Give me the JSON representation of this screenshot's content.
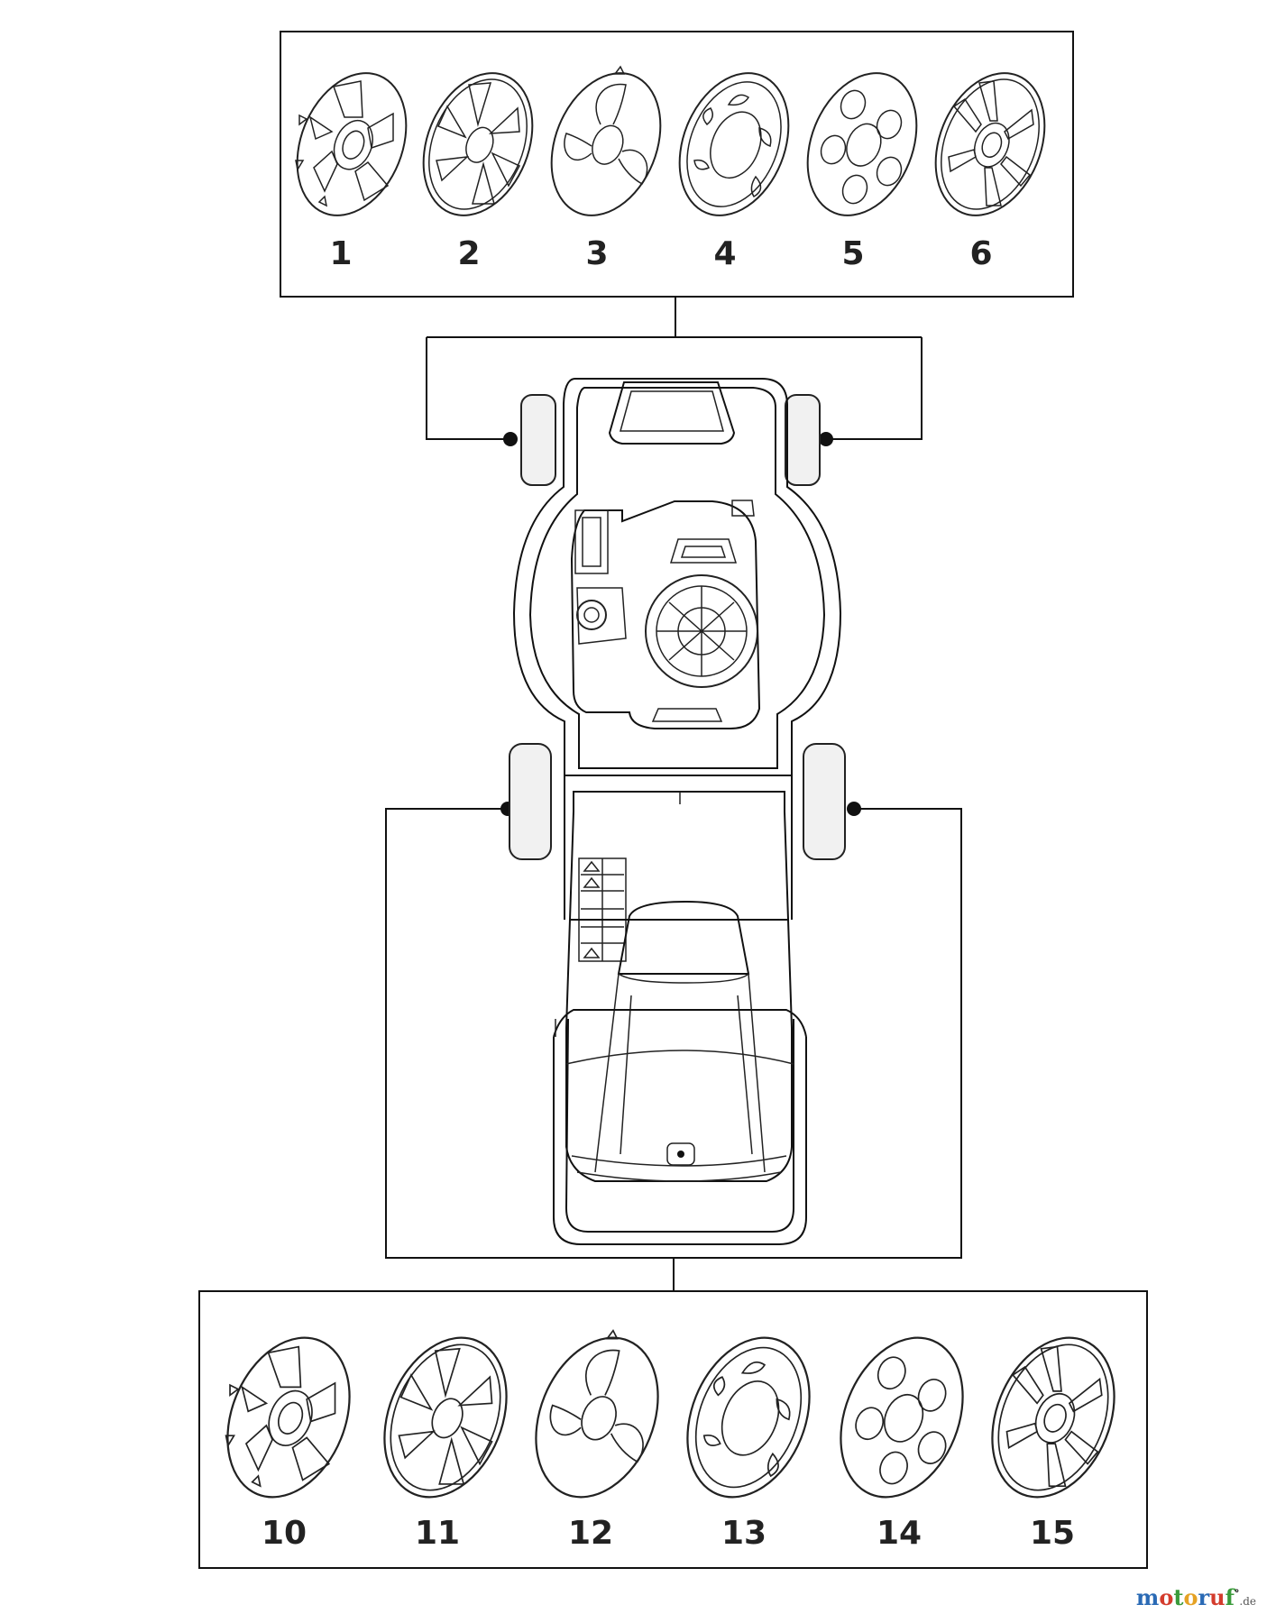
{
  "top_group": {
    "labels": [
      "1",
      "2",
      "3",
      "4",
      "5",
      "6"
    ]
  },
  "bottom_group": {
    "labels": [
      "10",
      "11",
      "12",
      "13",
      "14",
      "15"
    ]
  },
  "watermark": {
    "letters": [
      "m",
      "o",
      "t",
      "o",
      "r",
      "u",
      "f"
    ],
    "letter_colors": [
      "#2a6ab5",
      "#d43c2d",
      "#3a9a3a",
      "#e5a224",
      "#2a6ab5",
      "#d43c2d",
      "#3a9a3a"
    ],
    "tld": ".de",
    "mark": "°"
  },
  "icons": [
    "hubcap-design-1",
    "hubcap-design-2",
    "hubcap-design-3",
    "hubcap-design-4",
    "hubcap-design-5",
    "hubcap-design-6",
    "lawn-mower-top-view"
  ]
}
